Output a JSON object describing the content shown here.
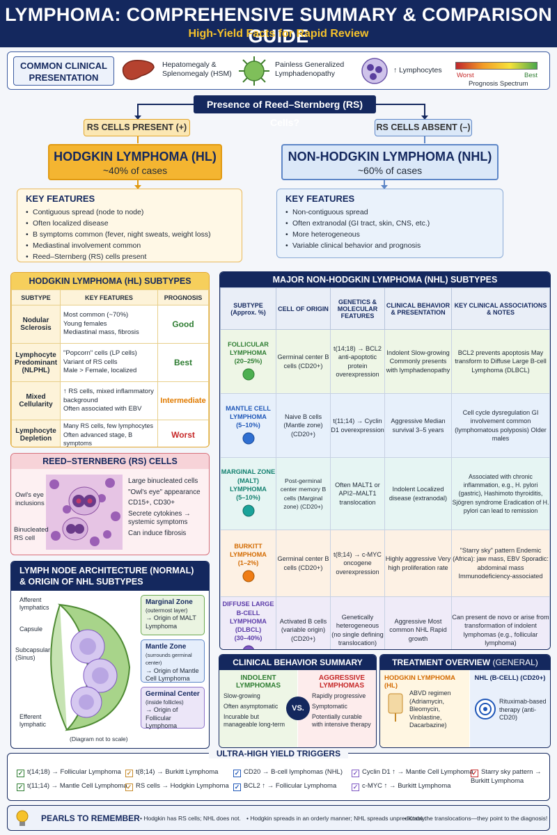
{
  "header": {
    "title": "LYMPHOMA: COMPREHENSIVE SUMMARY & COMPARISON GUIDE",
    "subtitle": "High-Yield Facts for Rapid Review"
  },
  "presentation": {
    "label": "COMMON CLINICAL PRESENTATION",
    "hsm": "Hepatomegaly & Splenomegaly (HSM)",
    "lad": "Painless Generalized Lymphadenopathy",
    "lymph": "↑ Lymphocytes",
    "worst": "Worst",
    "best": "Best",
    "spectrum": "Prognosis Spectrum"
  },
  "question": "Presence of Reed–Sternberg (RS) Cells?",
  "rs_present": "RS CELLS PRESENT (+)",
  "rs_absent": "RS CELLS ABSENT (–)",
  "hl": {
    "title": "HODGKIN LYMPHOMA (HL)",
    "pct": "~40% of cases",
    "kf_title": "KEY FEATURES",
    "features": [
      "Contiguous spread (node to node)",
      "Often localized disease",
      "B symptoms common (fever, night sweats, weight loss)",
      "Mediastinal involvement common",
      "Reed–Sternberg (RS) cells present"
    ]
  },
  "nhl": {
    "title": "NON-HODGKIN LYMPHOMA (NHL)",
    "pct": "~60% of cases",
    "kf_title": "KEY FEATURES",
    "features": [
      "Non-contiguous spread",
      "Often extranodal (GI tract, skin, CNS, etc.)",
      "More heterogeneous",
      "Variable clinical behavior and prognosis"
    ]
  },
  "hl_subtypes": {
    "title": "HODGKIN LYMPHOMA (HL) SUBTYPES",
    "headers": [
      "SUBTYPE",
      "KEY FEATURES",
      "PROGNOSIS"
    ],
    "rows": [
      {
        "name": "Nodular Sclerosis",
        "features": [
          "Most common (~70%)",
          "Young females",
          "Mediastinal mass, fibrosis"
        ],
        "prognosis": "Good",
        "color": "#2e7d32"
      },
      {
        "name": "Lymphocyte Predominant (NLPHL)",
        "features": [
          "\"Popcorn\" cells (LP cells)",
          "Variant of RS cells",
          "Male > Female, localized"
        ],
        "prognosis": "Best",
        "color": "#2e7d32"
      },
      {
        "name": "Mixed Cellularity",
        "features": [
          "↑ RS cells, mixed inflammatory background",
          "Often associated with EBV"
        ],
        "prognosis": "Intermediate",
        "color": "#e07b00"
      },
      {
        "name": "Lymphocyte Depletion",
        "features": [
          "Many RS cells, few lymphocytes",
          "Often advanced stage, B symptoms"
        ],
        "prognosis": "Worst",
        "color": "#c62828"
      }
    ]
  },
  "nhl_subtypes": {
    "title": "MAJOR NON-HODGKIN LYMPHOMA (NHL) SUBTYPES",
    "headers": [
      "SUBTYPE (Approx. %)",
      "CELL OF ORIGIN",
      "GENETICS & MOLECULAR FEATURES",
      "CLINICAL BEHAVIOR & PRESENTATION",
      "KEY CLINICAL ASSOCIATIONS & NOTES"
    ],
    "rows": [
      {
        "name": "FOLLICULAR LYMPHOMA",
        "pct": "(20–25%)",
        "origin": "Germinal center B cells (CD20+)",
        "genetics": "t(14;18) → BCL2 anti-apoptotic protein overexpression",
        "behavior": "Indolent Slow-growing Commonly presents with lymphadenopathy",
        "notes": "BCL2 prevents apoptosis May transform to Diffuse Large B-cell Lymphoma (DLBCL)",
        "bg": "#eef6e6",
        "dot": "#4caf50"
      },
      {
        "name": "MANTLE CELL LYMPHOMA",
        "pct": "(5–10%)",
        "origin": "Naive B cells (Mantle zone) (CD20+)",
        "genetics": "t(11;14) → Cyclin D1 overexpression",
        "behavior": "Aggressive Median survival 3–5 years",
        "notes": "Cell cycle dysregulation GI involvement common (lymphomatous polyposis) Older males",
        "bg": "#e7f0fb",
        "dot": "#2f6fd1"
      },
      {
        "name": "MARGINAL ZONE (MALT) LYMPHOMA",
        "pct": "(5–10%)",
        "origin": "Post-germinal center memory B cells (Marginal zone) (CD20+)",
        "genetics": "Often MALT1 or API2–MALT1 translocation",
        "behavior": "Indolent Localized disease (extranodal)",
        "notes": "Associated with chronic inflammation, e.g., H. pylori (gastric), Hashimoto thyroiditis, Sjögren syndrome Eradication of H. pylori can lead to remission",
        "bg": "#e6f5f3",
        "dot": "#1aa39a"
      },
      {
        "name": "BURKITT LYMPHOMA",
        "pct": "(1–2%)",
        "origin": "Germinal center B cells (CD20+)",
        "genetics": "t(8;14) → c-MYC oncogene overexpression",
        "behavior": "Highly aggressive Very high proliferation rate",
        "notes": "\"Starry sky\" pattern Endemic (Africa): jaw mass, EBV Sporadic: abdominal mass Immunodeficiency-associated",
        "bg": "#fdf1e4",
        "dot": "#ef7d16"
      },
      {
        "name": "DIFFUSE LARGE B-CELL LYMPHOMA (DLBCL)",
        "pct": "(30–40%)",
        "origin": "Activated B cells (variable origin) (CD20+)",
        "genetics": "Genetically heterogeneous (no single defining translocation)",
        "behavior": "Aggressive Most common NHL Rapid growth",
        "notes": "Can present de novo or arise from transformation of indolent lymphomas (e.g., follicular lymphoma)",
        "bg": "#efebf8",
        "dot": "#7e57c2"
      }
    ]
  },
  "rs_cells": {
    "title": "REED–STERNBERG (RS) CELLS",
    "owl": "Owl's eye inclusions",
    "binuc": "Binucleated RS cell",
    "points": [
      "Large binucleated cells",
      "\"Owl's eye\" appearance",
      "CD15+, CD30+",
      "Secrete cytokines → systemic symptoms",
      "Can induce fibrosis"
    ]
  },
  "lymph_node": {
    "title": "LYMPH NODE ARCHITECTURE (NORMAL) & ORIGIN OF NHL SUBTYPES",
    "afferent": "Afferent lymphatics",
    "capsule": "Capsule",
    "subcaps": "Subcapsular (Sinus)",
    "efferent": "Efferent lymphatic",
    "note": "(Diagram not to scale)",
    "marginal": {
      "t": "Marginal Zone",
      "s": "(outermost layer)",
      "o": "→ Origin of MALT Lymphoma"
    },
    "mantle": {
      "t": "Mantle Zone",
      "s": "(surrounds germinal center)",
      "o": "→ Origin of Mantle Cell Lymphoma"
    },
    "germinal": {
      "t": "Germinal Center",
      "s": "(inside follicles)",
      "o": "→ Origin of Follicular Lymphoma"
    }
  },
  "behavior": {
    "title": "CLINICAL BEHAVIOR SUMMARY",
    "ind_t": "INDOLENT LYMPHOMAS",
    "ind": [
      "Slow-growing",
      "Often asymptomatic",
      "Incurable but manageable long-term"
    ],
    "vs": "VS.",
    "agg_t": "AGGRESSIVE LYMPHOMAS",
    "agg": [
      "Rapidly progressive",
      "Symptomatic",
      "Potentially curable with intensive therapy"
    ]
  },
  "treatment": {
    "title": "TREATMENT OVERVIEW",
    "title2": "(GENERAL)",
    "hl_t": "HODGKIN LYMPHOMA (HL)",
    "hl": "ABVD regimen (Adriamycin, Bleomycin, Vinblastine, Dacarbazine)",
    "nhl_t": "NHL (B-CELL) (CD20+)",
    "nhl": "Rituximab-based therapy (anti-CD20)"
  },
  "triggers": {
    "title": "ULTRA-HIGH YIELD TRIGGERS",
    "items": [
      "t(14;18) → Follicular Lymphoma",
      "t(11;14) → Mantle Cell Lymphoma",
      "t(8;14) → Burkitt Lymphoma",
      "RS cells → Hodgkin Lymphoma",
      "CD20 → B-cell lymphomas (NHL)",
      "BCL2 ↑ → Follicular Lymphoma",
      "Cyclin D1 ↑ → Mantle Cell Lymphoma",
      "c-MYC ↑ → Burkitt Lymphoma",
      "Starry sky pattern → Burkitt Lymphoma"
    ]
  },
  "pearls": {
    "title": "PEARLS TO REMEMBER",
    "items": [
      "• Hodgkin has RS cells; NHL does not.",
      "• Hodgkin spreads in an orderly manner; NHL spreads unpredictably.",
      "• Know the translocations—they point to the diagnosis!"
    ]
  }
}
